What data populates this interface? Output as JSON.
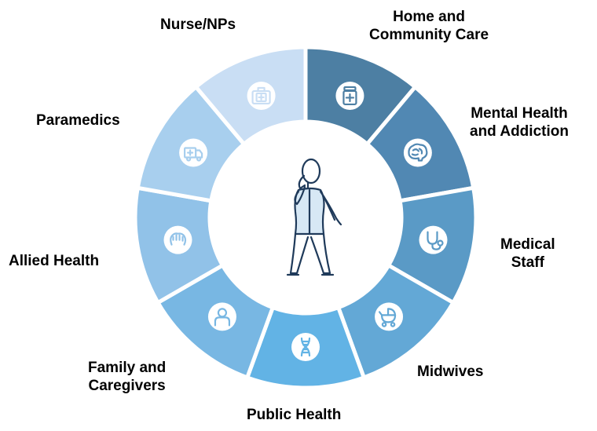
{
  "diagram": {
    "segments": [
      {
        "id": "home-and-community-care",
        "label_lines": [
          "Home and",
          "Community Care"
        ],
        "color": "#4d7fa3",
        "icon": "medicine-bottle-icon"
      },
      {
        "id": "mental-health-and-addiction",
        "label_lines": [
          "Mental Health",
          "and Addiction"
        ],
        "color": "#5188b3",
        "icon": "brain-icon"
      },
      {
        "id": "medical-staff",
        "label_lines": [
          "Medical",
          "Staff"
        ],
        "color": "#5a9ac6",
        "icon": "stethoscope-icon"
      },
      {
        "id": "midwives",
        "label_lines": [
          "Midwives"
        ],
        "color": "#63a8d6",
        "icon": "baby-stroller-icon"
      },
      {
        "id": "public-health",
        "label_lines": [
          "Public Health"
        ],
        "color": "#62b3e5",
        "icon": "dna-icon"
      },
      {
        "id": "family-and-caregivers",
        "label_lines": [
          "Family and",
          "Caregivers"
        ],
        "color": "#78b7e3",
        "icon": "person-icon"
      },
      {
        "id": "allied-health",
        "label_lines": [
          "Allied Health"
        ],
        "color": "#91c2e8",
        "icon": "hand-icon"
      },
      {
        "id": "paramedics",
        "label_lines": [
          "Paramedics"
        ],
        "color": "#a8cfee",
        "icon": "ambulance-icon"
      },
      {
        "id": "nurse-nps",
        "label_lines": [
          "Nurse/NPs"
        ],
        "color": "#c9def4",
        "icon": "first-aid-kit-icon"
      }
    ],
    "center_icon": "patient-figure-icon",
    "colors": {
      "gap": "#ffffff",
      "icon_circle": "#ffffff",
      "icon_stroke_default": "#4a90c8",
      "figure_fill": "#d7e8f5",
      "figure_stroke": "#1f3a5a"
    }
  }
}
